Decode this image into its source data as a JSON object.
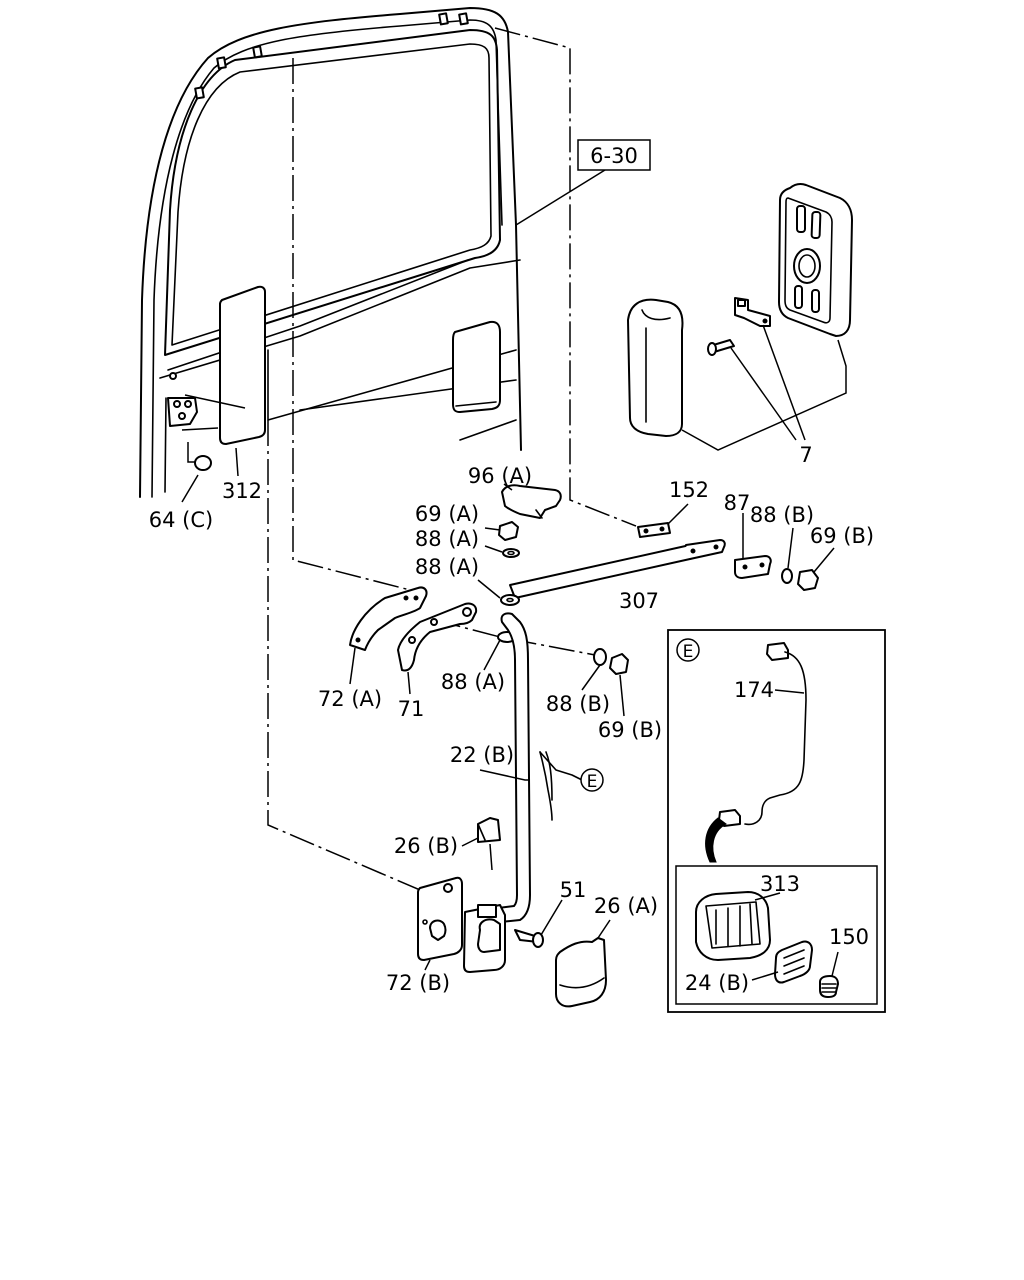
{
  "reference_box": "6-30",
  "labels": {
    "l7": "7",
    "l96a": "96 (A)",
    "l69a": "69 (A)",
    "l88a_1": "88 (A)",
    "l88a_2": "88 (A)",
    "l88a_3": "88 (A)",
    "l152": "152",
    "l87": "87",
    "l88b_1": "88 (B)",
    "l69b_1": "69 (B)",
    "l307": "307",
    "l312": "312",
    "l64c": "64 (C)",
    "l72a": "72 (A)",
    "l71": "71",
    "l88b_2": "88 (B)",
    "l69b_2": "69 (B)",
    "l22b": "22 (B)",
    "l26b": "26 (B)",
    "l51": "51",
    "l26a": "26 (A)",
    "l72b": "72 (B)"
  },
  "callout_marker": "E",
  "detail_panel": {
    "marker": "E",
    "l174": "174",
    "l313": "313",
    "l150": "150",
    "l24b": "24 (B)"
  }
}
